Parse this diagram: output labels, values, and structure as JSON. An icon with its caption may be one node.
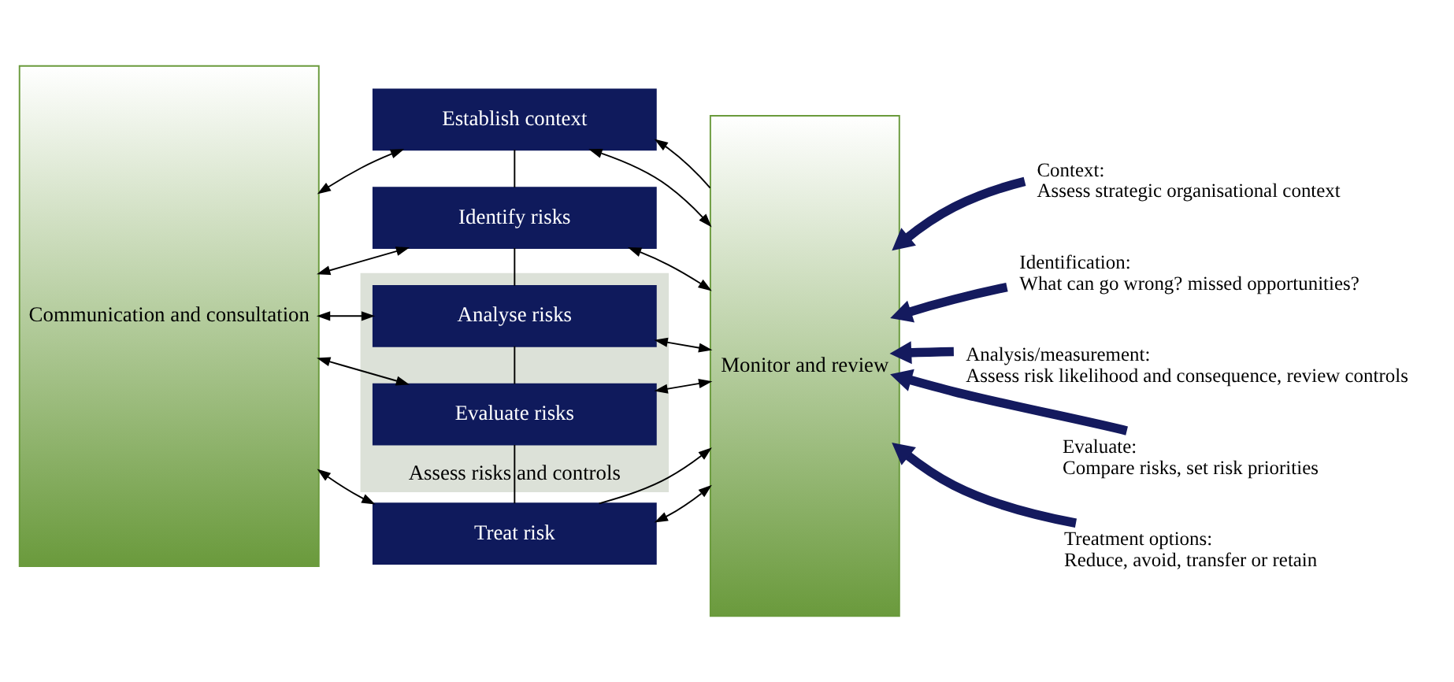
{
  "diagram": {
    "nodes": [
      {
        "text": [
          "Communication and consultation"
        ]
      },
      {
        "text": [
          "Establish context"
        ]
      },
      {
        "text": [
          "Identify risks"
        ]
      },
      {
        "text": [
          "Assess risks and controls"
        ]
      },
      {
        "text": [
          "Analyse risks"
        ],
        "in": 3
      },
      {
        "text": [
          "Evaluate risks"
        ],
        "in": 3
      },
      {
        "text": [
          "Treat risk"
        ]
      },
      {
        "text": [
          "Monitor and review"
        ]
      },
      {
        "text": [
          "Context:",
          "Assess strategic organisational context"
        ]
      },
      {
        "text": [
          "Identification:",
          "What can go wrong? missed opportunities?"
        ]
      },
      {
        "text": [
          "Analysis/measurement:",
          "Assess risk likelihood and consequence, review controls"
        ]
      },
      {
        "text": [
          "Evaluate:",
          "Compare risks, set risk priorities"
        ]
      },
      {
        "text": [
          "Treatment options:",
          "Reduce, avoid, transfer or retain"
        ]
      }
    ],
    "edges": [
      {
        "from": 0,
        "to": 1,
        "arrow": "both"
      },
      {
        "from": 0,
        "to": 2,
        "arrow": "both"
      },
      {
        "from": 0,
        "to": 4,
        "arrow": "both"
      },
      {
        "from": 0,
        "to": 5,
        "arrow": "both"
      },
      {
        "from": 0,
        "to": 6,
        "arrow": "both"
      },
      {
        "from": 1,
        "to": 7,
        "arrow": "both"
      },
      {
        "from": 2,
        "to": 7,
        "arrow": "both"
      },
      {
        "from": 4,
        "to": 7,
        "arrow": "both"
      },
      {
        "from": 5,
        "to": 7,
        "arrow": "both"
      },
      {
        "from": 6,
        "to": 7,
        "arrow": "both"
      },
      {
        "from": 1,
        "to": 2,
        "arrow": "none"
      },
      {
        "from": 2,
        "to": 4,
        "arrow": "none"
      },
      {
        "from": 4,
        "to": 5,
        "arrow": "none"
      },
      {
        "from": 5,
        "to": 6,
        "arrow": "none"
      },
      {
        "from": 7,
        "to": 1,
        "arrow": "to"
      },
      {
        "from": 6,
        "to": 7,
        "arrow": "to"
      },
      {
        "from": 8,
        "to": 7,
        "arrow": "to",
        "style": "thick",
        "color": "#141a5e"
      },
      {
        "from": 9,
        "to": 7,
        "arrow": "to",
        "style": "thick",
        "color": "#141a5e"
      },
      {
        "from": 10,
        "to": 7,
        "arrow": "to",
        "style": "thick",
        "color": "#141a5e"
      },
      {
        "from": 11,
        "to": 7,
        "arrow": "to",
        "style": "thick",
        "color": "#141a5e"
      },
      {
        "from": 12,
        "to": 7,
        "arrow": "to",
        "style": "thick",
        "color": "#141a5e"
      }
    ]
  }
}
